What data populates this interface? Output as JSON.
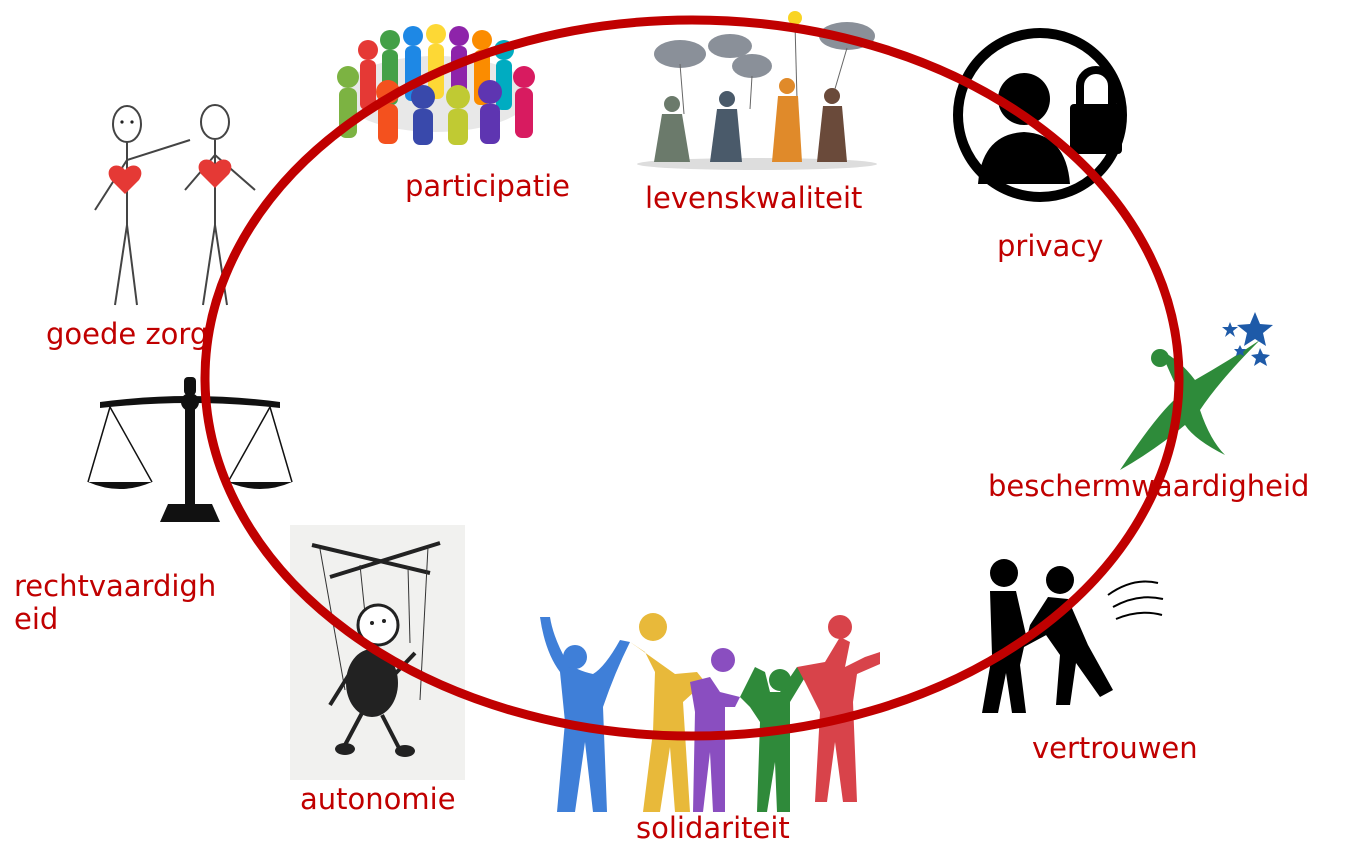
{
  "diagram": {
    "ring_color": "#c00000",
    "label_color": "#c00000",
    "values": [
      {
        "id": "participatie",
        "label": "participatie",
        "icon": "people-circle-icon"
      },
      {
        "id": "levenskwaliteit",
        "label": "levenskwaliteit",
        "icon": "walking-figures-icon"
      },
      {
        "id": "privacy",
        "label": "privacy",
        "icon": "person-lock-icon"
      },
      {
        "id": "beschermwaardigheid",
        "label": "beschermwaardigheid",
        "icon": "figure-with-stars-icon"
      },
      {
        "id": "vertrouwen",
        "label": "vertrouwen",
        "icon": "catching-fall-icon"
      },
      {
        "id": "solidariteit",
        "label": "solidariteit",
        "icon": "people-holding-hands-icon"
      },
      {
        "id": "autonomie",
        "label": "autonomie",
        "icon": "marionette-icon"
      },
      {
        "id": "rechtvaardigheid",
        "label_line1": "rechtvaardigh",
        "label_line2": "eid",
        "icon": "scales-icon"
      },
      {
        "id": "goede-zorg",
        "label": "goede zorg",
        "icon": "stick-figures-hearts-icon"
      }
    ]
  }
}
